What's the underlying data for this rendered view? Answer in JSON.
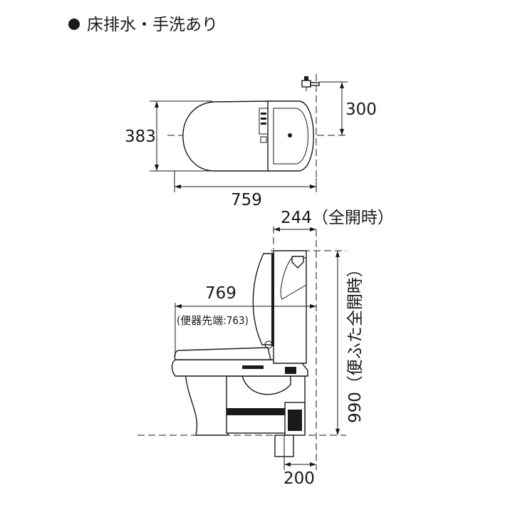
{
  "heading": {
    "bullet": "●",
    "text": "床排水・手洗あり"
  },
  "top_view": {
    "depth": "383",
    "drain_offset": "300",
    "width": "759"
  },
  "side_view": {
    "lid_open_depth": "244（全開時）",
    "length": "769",
    "bowl_tip_note": "(便器先端:763)",
    "height_lid_open": "990（便ふた全開時）",
    "drain_center": "200"
  }
}
